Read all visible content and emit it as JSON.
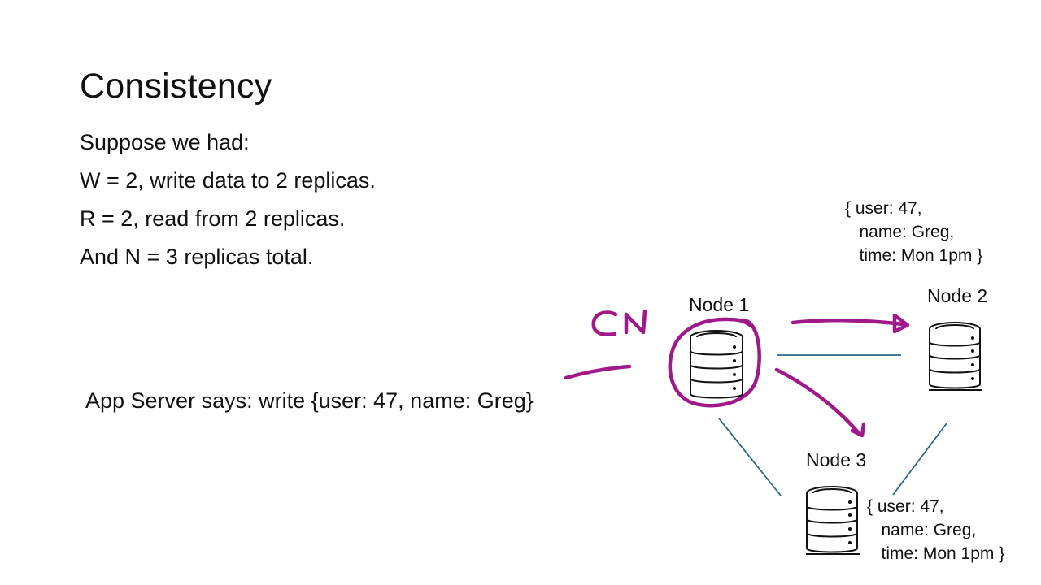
{
  "slide": {
    "title": "Consistency",
    "bullets": [
      "Suppose we had:",
      "W = 2, write data to 2 replicas.",
      "R = 2,  read from 2 replicas.",
      "And N = 3 replicas total."
    ],
    "app_server_text": "App Server says: write {user: 47, name: Greg}"
  },
  "nodes": {
    "node1": {
      "label": "Node 1"
    },
    "node2": {
      "label": "Node 2",
      "record": [
        "{ user: 47,",
        "   name: Greg,",
        "   time: Mon 1pm }"
      ]
    },
    "node3": {
      "label": "Node 3",
      "record": [
        "{ user: 47,",
        "   name: Greg,",
        "   time: Mon 1pm }"
      ]
    }
  },
  "annotations": {
    "coordinator_label": "CN",
    "ink_color": "#a0198a",
    "link_color": "#2d6a8a"
  },
  "icons": {
    "database": "database-server-icon"
  }
}
